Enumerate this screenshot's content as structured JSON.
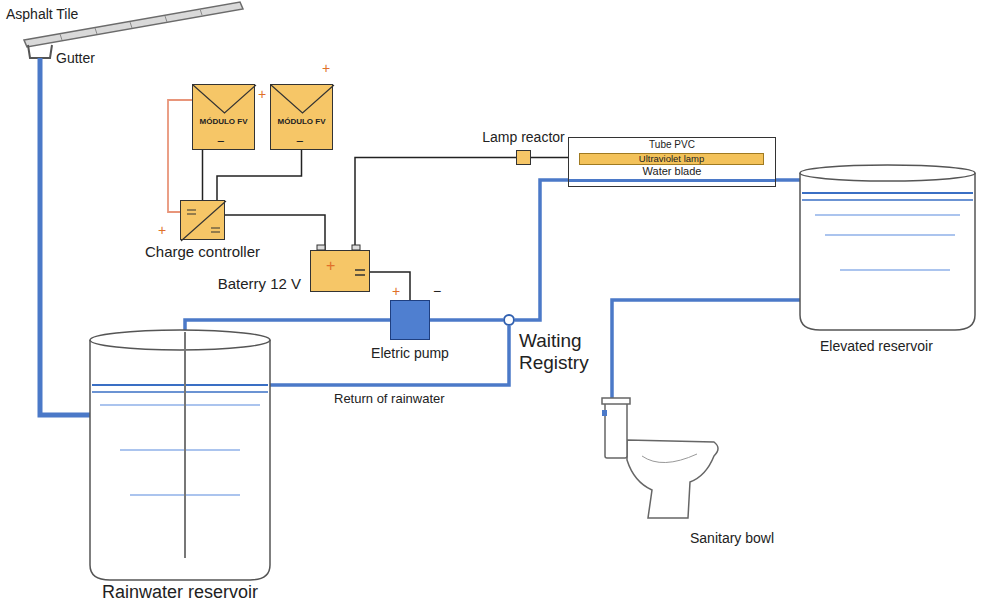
{
  "diagram": {
    "nodes": [
      {
        "text": [
          "MÓDULO FV"
        ]
      },
      {
        "text": [
          "MÓDULO FV"
        ]
      },
      {
        "text": [
          "Charge controller"
        ]
      },
      {
        "text": [
          "Baterry 12 V"
        ]
      },
      {
        "text": [
          "Lamp reactor"
        ]
      },
      {
        "text": [
          "Tube PVC",
          "Water blade"
        ]
      },
      {
        "text": [
          "Ultraviolet lamp"
        ],
        "in": 5
      },
      {
        "text": [
          "Eletric pump"
        ]
      },
      {
        "text": [
          "Waiting Registry"
        ]
      },
      {
        "text": [
          "Rainwater reservoir"
        ]
      },
      {
        "text": [
          "Elevated reservoir"
        ]
      },
      {
        "text": [
          "Sanitary bowl"
        ]
      }
    ],
    "edges": [
      {
        "from": 0,
        "to": 2,
        "arrow": "none"
      },
      {
        "from": 1,
        "to": 2,
        "arrow": "none"
      },
      {
        "from": 2,
        "to": 3,
        "arrow": "none"
      },
      {
        "from": 3,
        "to": 4,
        "arrow": "none"
      },
      {
        "from": 4,
        "to": 5,
        "arrow": "none"
      },
      {
        "from": 3,
        "to": 7,
        "arrow": "none"
      },
      {
        "from": 9,
        "to": 7,
        "arrow": "none"
      },
      {
        "from": 7,
        "to": 8,
        "arrow": "none"
      },
      {
        "from": 8,
        "to": 5,
        "arrow": "none"
      },
      {
        "from": 9,
        "to": 8,
        "label": "Return of rainwater",
        "arrow": "none"
      },
      {
        "from": 5,
        "to": 10,
        "arrow": "none"
      },
      {
        "from": 10,
        "to": 11,
        "arrow": "none"
      }
    ],
    "labels": [
      "Asphalt Tile",
      "Gutter",
      "+",
      "+",
      "−",
      "−",
      "+",
      "+",
      "+",
      "−"
    ]
  }
}
